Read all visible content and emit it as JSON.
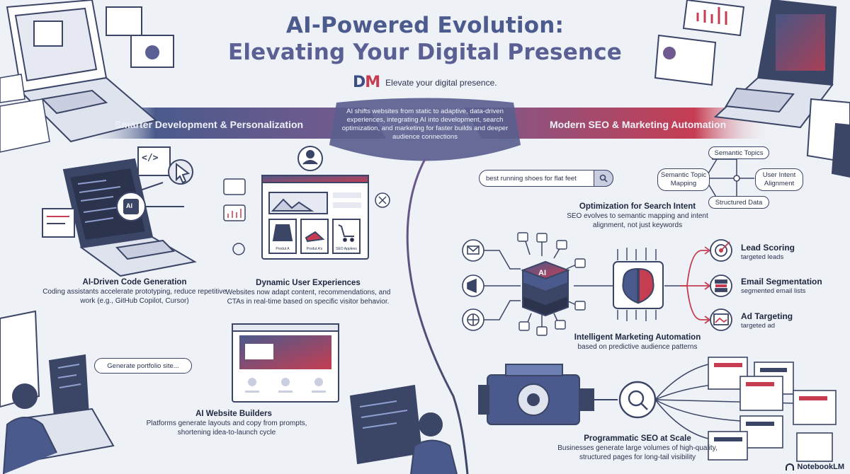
{
  "header": {
    "title_line1": "AI-Powered Evolution:",
    "title_line2": "Elevating Your Digital Presence",
    "brand_logo_d": "D",
    "brand_logo_m": "M",
    "tagline": "Elevate your digital presence."
  },
  "bands": {
    "left_label": "Smarter Development & Personalization",
    "right_label": "Modern SEO & Marketing Automation",
    "intro_text": "AI shifts websites from static to adaptive, data-driven experiences, integrating AI into development, search optimization, and marketing for faster builds and deeper audience connections"
  },
  "sections": {
    "code_gen": {
      "title": "AI-Driven Code Generation",
      "desc": "Coding assistants accelerate prototyping, reduce repetitive work (e.g., GitHub Copilot, Cursor)",
      "code_icon": "</>",
      "ai_chip": "AI"
    },
    "dynamic_ux": {
      "title": "Dynamic User Experiences",
      "desc": "Websites now adapt content, recommendations, and CTAs in real-time based on specific visitor behavior.",
      "product_labels": [
        "Produt A",
        "Produt A's",
        "SEO Applees"
      ]
    },
    "builders": {
      "title": "AI Website Builders",
      "desc": "Platforms generate layouts and copy from prompts, shortening idea-to-launch cycle",
      "prompt": "Generate portfolio site..."
    },
    "search_intent": {
      "search_query": "best running shoes for flat feet",
      "nodes": {
        "center": "Semantic Topic Mapping",
        "top": "Semantic Topics",
        "right": "User Intent Alignment",
        "bottom": "Structured Data"
      },
      "title": "Optimization for Search Intent",
      "desc": "SEO evolves to semantic mapping and intent alignment, not just keywords"
    },
    "marketing": {
      "ai_label": "AI",
      "title": "Intelligent Marketing Automation",
      "desc": "based on predictive audience patterns",
      "outputs": [
        {
          "title": "Lead Scoring",
          "sub": "targeted leads"
        },
        {
          "title": "Email Segmentation",
          "sub": "segmented email lists"
        },
        {
          "title": "Ad Targeting",
          "sub": "targeted ad"
        }
      ]
    },
    "programmatic": {
      "title": "Programmatic SEO at Scale",
      "desc": "Businesses generate large volumes of high-quality, structured pages for long-tail visibility"
    }
  },
  "footer": {
    "brand": "NotebookLM"
  },
  "colors": {
    "navy": "#3b4566",
    "red": "#c63d52",
    "purple": "#6e5a8e",
    "bg": "#eef1f6"
  },
  "icons": [
    "code-icon",
    "cursor-icon",
    "user-icon",
    "search-icon",
    "brain-icon",
    "gear-icon",
    "target-icon",
    "mail-icon",
    "megaphone-icon",
    "globe-icon",
    "chart-icon",
    "shirt-icon",
    "shoe-icon",
    "cart-icon"
  ]
}
